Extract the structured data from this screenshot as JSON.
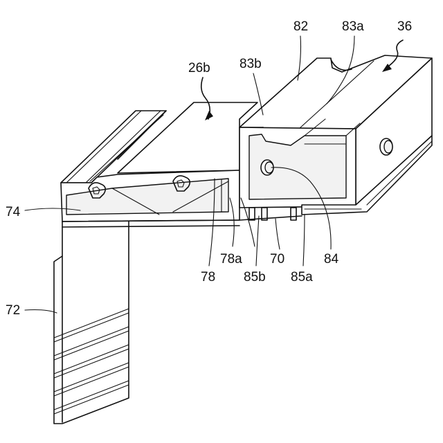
{
  "labels": {
    "l82": "82",
    "l83a": "83a",
    "l36": "36",
    "l26b": "26b",
    "l83b": "83b",
    "l74": "74",
    "l78a": "78a",
    "l70": "70",
    "l84": "84",
    "l78": "78",
    "l85b": "85b",
    "l85a": "85a",
    "l72": "72"
  },
  "colors": {
    "line": "#111111",
    "background": "#ffffff"
  }
}
